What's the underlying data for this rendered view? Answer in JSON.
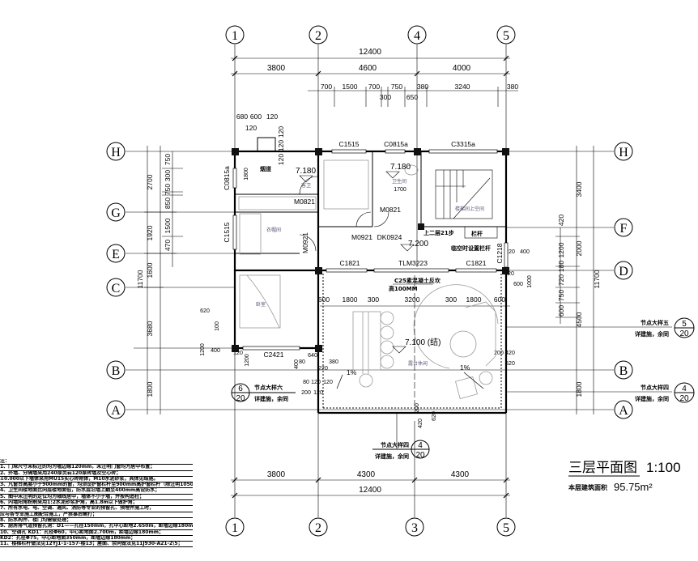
{
  "axes": {
    "c1": "1",
    "c2": "2",
    "c3": "3",
    "c4": "4",
    "c5": "5",
    "A": "A",
    "B": "B",
    "C": "C",
    "D": "D",
    "E": "E",
    "F": "F",
    "G": "G",
    "H": "H"
  },
  "dims": {
    "top_total": "12400",
    "top_bays": [
      "3800",
      "4600",
      "4000"
    ],
    "top_detail": [
      "700",
      "1500",
      "700",
      "300",
      "750",
      "650",
      "380",
      "3240",
      "380"
    ],
    "flue": [
      "680",
      "600",
      "120",
      "120",
      "120",
      "120",
      "120"
    ],
    "left_outer": [
      "2700",
      "1920",
      "1600",
      "3680",
      "1800"
    ],
    "left_total": "11700",
    "left_inner": [
      "750",
      "300",
      "750",
      "850",
      "1500",
      "470"
    ],
    "right_outer": [
      "3400",
      "2000",
      "4500",
      "1800"
    ],
    "right_total": "11700",
    "right_inner": [
      "420",
      "1200",
      "180",
      "720",
      "750",
      "600"
    ],
    "terrace": [
      "600",
      "1800",
      "300",
      "3200",
      "300",
      "1800",
      "600"
    ],
    "bottom_bays": [
      "3800",
      "4300",
      "4300"
    ],
    "bottom_total": "12400",
    "misc": [
      "620",
      "1200",
      "400",
      "100",
      "120",
      "1200",
      "400",
      "80",
      "640",
      "220",
      "380",
      "80",
      "120",
      "120",
      "200",
      "120",
      "1800",
      "1700",
      "220",
      "400",
      "1000",
      "120",
      "600",
      "200",
      "420",
      "620",
      "420",
      "200",
      "620"
    ]
  },
  "openings": {
    "c1515_top": "C1515",
    "c0815a_top": "C0815a",
    "c3315a": "C3315a",
    "c0815a_left": "C0815a",
    "c1515_left": "C1515",
    "m0821_a": "M0821",
    "m0821_b": "M0821",
    "m0921_v": "M0921",
    "m0921": "M0921",
    "dk0924": "DK0924",
    "c1218": "C1218",
    "c1821_a": "C1821",
    "tlm3223": "TLM3223",
    "c1821_b": "C1821",
    "c2421": "C2421"
  },
  "levels": {
    "l7180a": "7.180",
    "l7180b": "7.180",
    "l7200": "7.200",
    "l7100": "7.100 (结)",
    "slope1": "1%",
    "slope2": "1%"
  },
  "rooms": {
    "guest_bath": "客卫",
    "closet": "衣帽间",
    "bedroom": "卧室",
    "bath": "卫生间",
    "stair_void": "楼梯间上空间",
    "terrace": "露台休闲",
    "flue": "烟道"
  },
  "annotations": {
    "stair": "上二层21步",
    "railing": "栏杆",
    "railing_note": "临空时设置栏杆",
    "curb1": "C25素混凝土反坎",
    "curb2": "高100MM"
  },
  "details": [
    {
      "title": "节点大样五",
      "sub": "详建施，余同",
      "num": "5",
      "sheet": "20"
    },
    {
      "title": "节点大样四",
      "sub": "详建施，余同",
      "num": "4",
      "sheet": "20"
    },
    {
      "title": "节点大样六",
      "sub": "详建施，余同",
      "num": "6",
      "sheet": "20"
    },
    {
      "title": "节点大样四",
      "sub": "详建施，余同",
      "num": "4",
      "sheet": "20"
    }
  ],
  "title_block": {
    "title": "三层平面图",
    "scale": "1:100",
    "area_label": "本层建筑面积",
    "area_value": "95.75m²"
  },
  "notes": [
    "注：",
    "1、门垛尺寸未标注的均为墙边缘120mm，未注明门窗均为居中布置；",
    "2、外墙、分隔墙采用240厚页岩120厚砖墙及空心砖；",
    "   ±0.000以下墙体采用MU15实心砖砌体，M10水泥砂浆，具体见结施。",
    "3、凡窗台高度小于900mm的窗，均须设护窗栏杆至900mm高护窗栏杆（除注明1050mm）；",
    "4、卫生间楼地面比同层楼地面低，防水层沿墙上翻至400mm高设防水；",
    "5、图中未注明的定位均为轴线居中，墙体不小于墙，并按构造柱；",
    "6、内墙阳角粉刷采用1:2水泥砂浆护角，高1.8m以下做护角；",
    "7、所有水电、电、空调、通风、消防等专业的预留孔、预埋件施工时，",
    "   应与各专业施工图配合施工，严禁事后凿打；",
    "8、防水构件、楼门均需做处理；",
    "9、厨房排气道预留孔洞：D1——孔径150mm，孔中心距地2.650m，距墙边缘180mm；",
    "10、空调孔 KD1：孔径Φ60，中心距地面2.700m，距墙边缘180mm；",
    "      KD2：孔径Φ75，中心距地面350mm，距墙边缘180mm；",
    "11、楼梯栏杆做法见12YJ1-1-157-楼13；屋面、余同做法见11J930-A21-2\\5；"
  ]
}
